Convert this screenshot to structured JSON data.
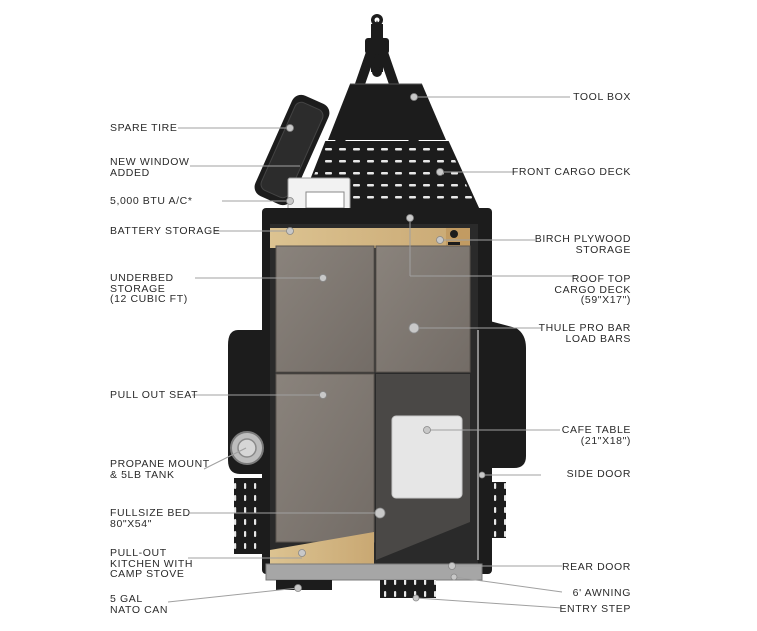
{
  "diagram": {
    "colors": {
      "frame": "#1c1c1c",
      "floor": "#7d7670",
      "floor_dark": "#4a4846",
      "plywood": "#d8bb86",
      "table": "#e6e6e6",
      "metal": "#9a9a9a",
      "leader": "#9a9a9a"
    },
    "left_labels": [
      {
        "id": "spare-tire",
        "text": "SPARE TIRE"
      },
      {
        "id": "new-window",
        "text": "NEW WINDOW\nADDED"
      },
      {
        "id": "ac",
        "text": "5,000 BTU A/C*"
      },
      {
        "id": "battery-storage",
        "text": "BATTERY STORAGE"
      },
      {
        "id": "underbed-storage",
        "text": "UNDERBED\nSTORAGE\n(12 CUBIC FT)"
      },
      {
        "id": "pull-out-seat",
        "text": "PULL OUT SEAT"
      },
      {
        "id": "propane-mount",
        "text": "PROPANE MOUNT\n& 5LB TANK"
      },
      {
        "id": "fullsize-bed",
        "text": "FULLSIZE BED\n80\"X54\""
      },
      {
        "id": "pull-out-kitchen",
        "text": "PULL-OUT\nKITCHEN WITH\nCAMP STOVE"
      },
      {
        "id": "nato-can",
        "text": "5 GAL\nNATO CAN"
      }
    ],
    "right_labels": [
      {
        "id": "tool-box",
        "text": "TOOL BOX"
      },
      {
        "id": "front-cargo-deck",
        "text": "FRONT CARGO DECK"
      },
      {
        "id": "birch-plywood",
        "text": "BIRCH PLYWOOD\nSTORAGE"
      },
      {
        "id": "roof-top-cargo",
        "text": "ROOF TOP\nCARGO DECK\n(59\"X17\")"
      },
      {
        "id": "thule-bars",
        "text": "THULE PRO BAR\nLOAD BARS"
      },
      {
        "id": "cafe-table",
        "text": "CAFE TABLE\n(21\"X18\")"
      },
      {
        "id": "side-door",
        "text": "SIDE DOOR"
      },
      {
        "id": "rear-door",
        "text": "REAR DOOR"
      },
      {
        "id": "awning",
        "text": "6' AWNING"
      },
      {
        "id": "entry-step",
        "text": "ENTRY STEP"
      }
    ]
  }
}
